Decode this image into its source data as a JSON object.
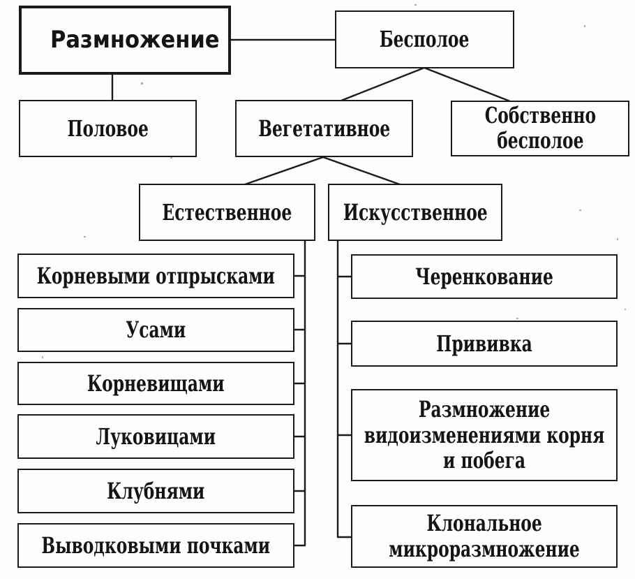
{
  "diagram": {
    "nodes": {
      "root": "Размножение",
      "polovoe": "Половое",
      "bespoloe": "Бесполое",
      "vegetativnoe": "Вегетативное",
      "sobstvenno_bespoloe": "Собственно\nбесполое",
      "estestvennoe": "Естественное",
      "iskusstvennoe": "Искусственное",
      "natural_methods": [
        "Корневыми отпрысками",
        "Усами",
        "Корневищами",
        "Луковицами",
        "Клубнями",
        "Выводковыми почками"
      ],
      "artificial_methods": [
        "Черенкование",
        "Прививка",
        "Размножение\nвидоизменениями корня\nи побега",
        "Клональное\nмикроразмножение"
      ]
    }
  }
}
